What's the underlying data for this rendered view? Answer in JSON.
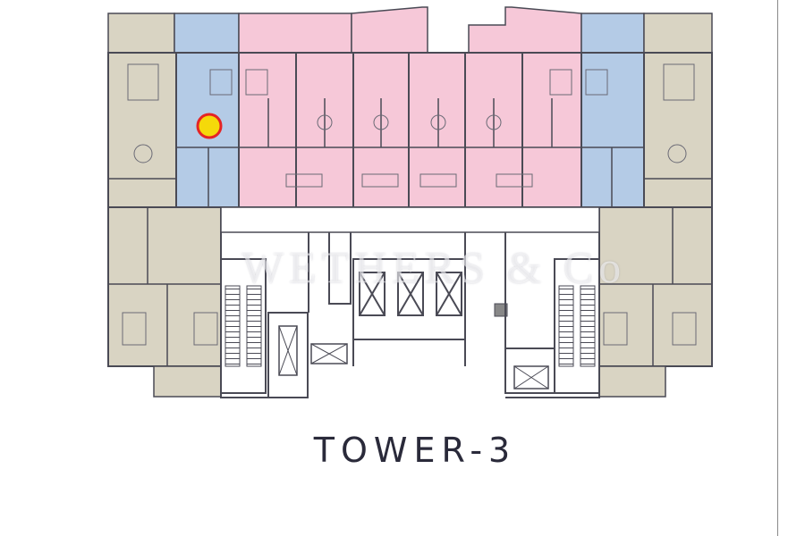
{
  "plan": {
    "title": "TOWER-3",
    "watermark": "WETHERS & Co",
    "colors": {
      "tan": "#d9d4c3",
      "blue": "#b4cbe6",
      "pink": "#f6c8d8",
      "wall": "#4a4a55",
      "marker_fill": "#f5d90a",
      "marker_ring": "#e52424"
    },
    "marker": {
      "name": "selected-unit-marker"
    }
  }
}
